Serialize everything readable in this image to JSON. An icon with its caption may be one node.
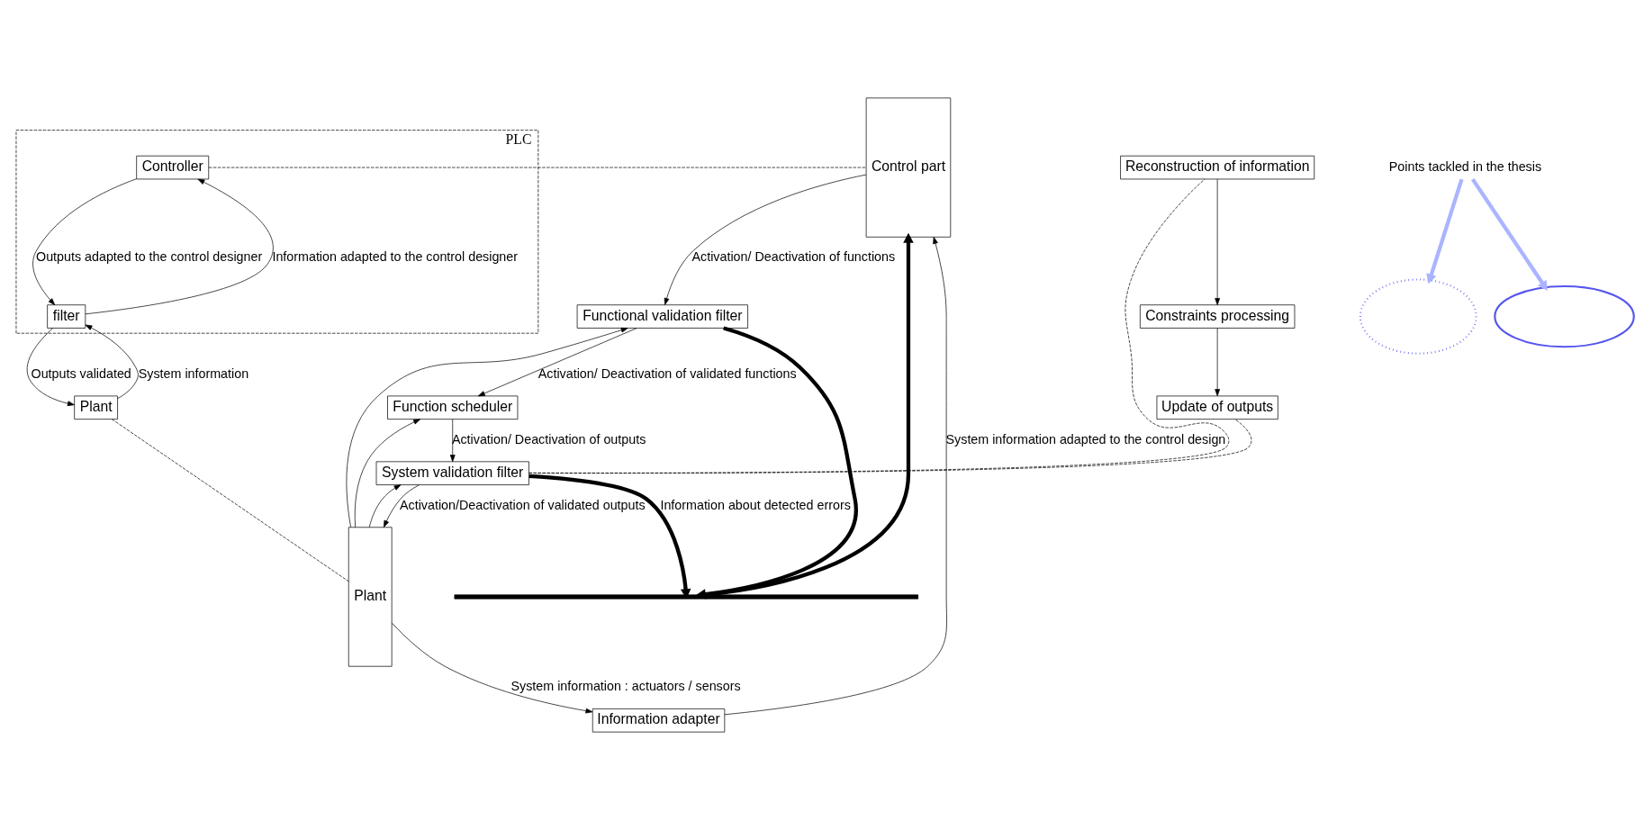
{
  "diagram": {
    "nodes": [
      {
        "text": [
          "PLC"
        ]
      },
      {
        "text": [
          "Controller"
        ],
        "in": 0
      },
      {
        "text": [
          "filter"
        ],
        "in": 0
      },
      {
        "text": [
          "Plant"
        ]
      },
      {
        "text": [
          "Control part"
        ]
      },
      {
        "text": [
          "Information adapter"
        ]
      },
      {
        "text": [
          "Functional validation filter"
        ]
      },
      {
        "text": [
          "Function scheduler"
        ]
      },
      {
        "text": [
          "System validation filter"
        ]
      },
      {
        "text": [
          "Plant"
        ]
      },
      {
        "text": [],
        "shape": "bar"
      },
      {
        "text": [
          "Reconstruction of information"
        ]
      },
      {
        "text": [
          "Constraints processing"
        ]
      },
      {
        "text": [
          "Update of outputs"
        ]
      },
      {
        "text": [
          "Points tackled in the thesis"
        ]
      },
      {
        "text": [],
        "shape": "ellipse"
      },
      {
        "text": [],
        "shape": "ellipse"
      }
    ],
    "edges": [
      {
        "from": 2,
        "to": 1,
        "arrow": "to",
        "label": "Information adapted to the control designer"
      },
      {
        "from": 1,
        "to": 2,
        "arrow": "to",
        "label": "Outputs adapted to the control designer"
      },
      {
        "from": 3,
        "to": 2,
        "arrow": "to",
        "label": "System information"
      },
      {
        "from": 2,
        "to": 3,
        "arrow": "to",
        "label": "Outputs validated"
      },
      {
        "from": 1,
        "to": 4,
        "arrow": "none",
        "style": "dashed"
      },
      {
        "from": 3,
        "to": 9,
        "arrow": "none",
        "style": "dashed"
      },
      {
        "from": 9,
        "to": 5,
        "arrow": "to",
        "label": "System information : actuators / sensors"
      },
      {
        "from": 9,
        "to": 6,
        "arrow": "to"
      },
      {
        "from": 9,
        "to": 7,
        "arrow": "to"
      },
      {
        "from": 9,
        "to": 8,
        "arrow": "to"
      },
      {
        "from": 5,
        "to": 4,
        "arrow": "to",
        "label": "System information adapted to the control design"
      },
      {
        "from": 4,
        "to": 6,
        "arrow": "to",
        "label": "Activation/ Deactivation of functions"
      },
      {
        "from": 6,
        "to": 7,
        "arrow": "to",
        "label": "Activation/ Deactivation of validated functions"
      },
      {
        "from": 7,
        "to": 8,
        "arrow": "to",
        "label": "Activation/ Deactivation of outputs"
      },
      {
        "from": 8,
        "to": 9,
        "arrow": "to",
        "label": "Activation/Deactivation of validated outputs"
      },
      {
        "from": 6,
        "to": 10,
        "arrow": "to",
        "style": "thick"
      },
      {
        "from": 8,
        "to": 10,
        "arrow": "to",
        "style": "thick",
        "label": "Information about detected errors"
      },
      {
        "from": 10,
        "to": 4,
        "arrow": "to",
        "style": "thick"
      },
      {
        "from": 8,
        "to": 11,
        "arrow": "none",
        "style": "dashed"
      },
      {
        "from": 8,
        "to": 13,
        "arrow": "none",
        "style": "dashed"
      },
      {
        "from": 11,
        "to": 12,
        "arrow": "to"
      },
      {
        "from": 12,
        "to": 13,
        "arrow": "to"
      },
      {
        "from": 14,
        "to": 15,
        "arrow": "to",
        "style": "thick",
        "color": "#aab4ff"
      },
      {
        "from": 14,
        "to": 16,
        "arrow": "to",
        "style": "thick",
        "color": "#aab4ff"
      }
    ]
  }
}
